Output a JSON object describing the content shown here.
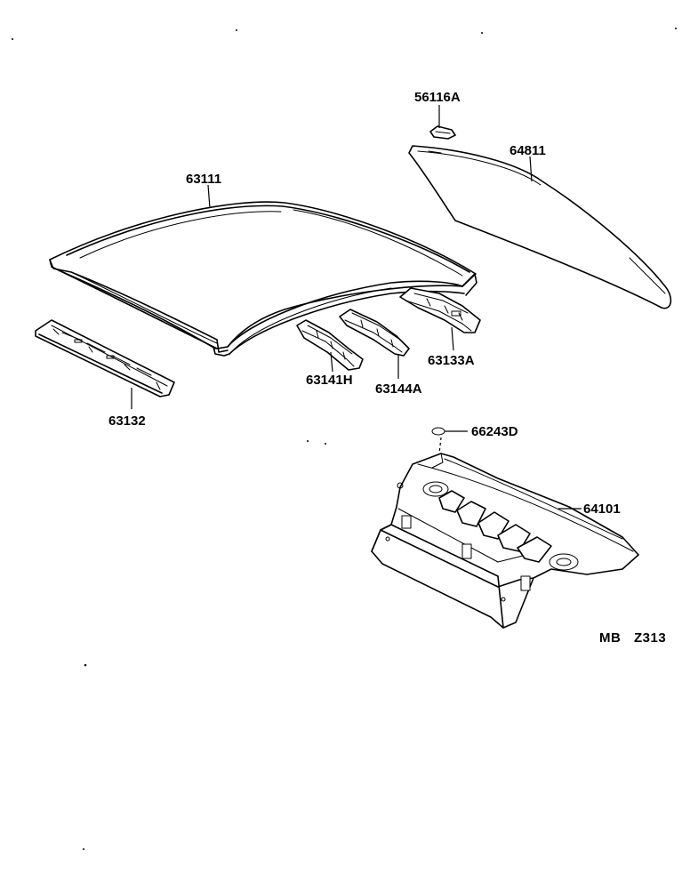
{
  "diagram": {
    "parts": {
      "roof_panel": "63111",
      "rear_window_glass": "64811",
      "clip": "56116A",
      "front_header": "63132",
      "roof_bow_1": "63141H",
      "roof_bow_2": "63144A",
      "rear_header": "63133A",
      "plug": "66243D",
      "package_tray": "64101"
    },
    "figure_code": {
      "left": "MB",
      "right": "Z313"
    }
  }
}
